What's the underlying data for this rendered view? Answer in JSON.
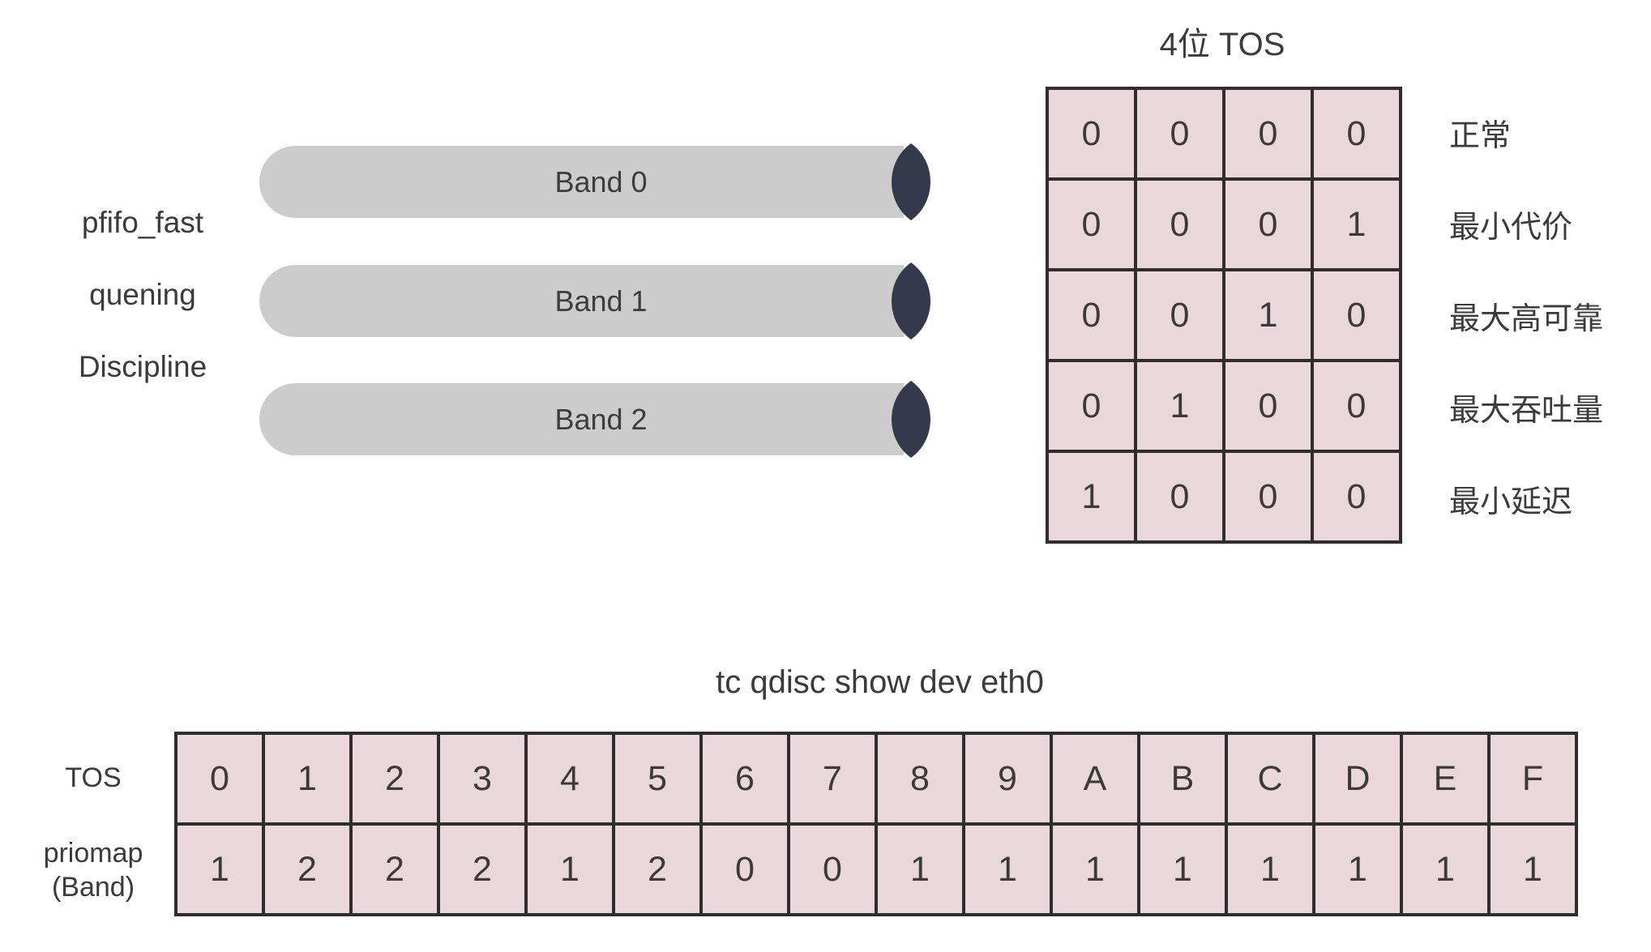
{
  "colors": {
    "cell_bg": "#ead7dc",
    "cell_border": "#2e2e2e",
    "bar_bg": "#cccccc",
    "cylinder_opening": "#343a4c",
    "text": "#3a3a3a"
  },
  "qdisc_diagram": {
    "label_lines": [
      "pfifo_fast",
      "quening",
      "Discipline"
    ],
    "bands": [
      "Band 0",
      "Band 1",
      "Band 2"
    ]
  },
  "tos_table": {
    "title": "4位 TOS",
    "bit_rows": [
      [
        "0",
        "0",
        "0",
        "0"
      ],
      [
        "0",
        "0",
        "0",
        "1"
      ],
      [
        "0",
        "0",
        "1",
        "0"
      ],
      [
        "0",
        "1",
        "0",
        "0"
      ],
      [
        "1",
        "0",
        "0",
        "0"
      ]
    ],
    "row_labels": [
      "正常",
      "最小代价",
      "最大高可靠",
      "最大吞吐量",
      "最小延迟"
    ]
  },
  "priomap_table": {
    "title": "tc qdisc show dev eth0",
    "row_label_tos": "TOS",
    "row_label_priomap_line1": "priomap",
    "row_label_priomap_line2": "(Band)",
    "tos_values": [
      "0",
      "1",
      "2",
      "3",
      "4",
      "5",
      "6",
      "7",
      "8",
      "9",
      "A",
      "B",
      "C",
      "D",
      "E",
      "F"
    ],
    "priomap_values": [
      "1",
      "2",
      "2",
      "2",
      "1",
      "2",
      "0",
      "0",
      "1",
      "1",
      "1",
      "1",
      "1",
      "1",
      "1",
      "1"
    ]
  }
}
